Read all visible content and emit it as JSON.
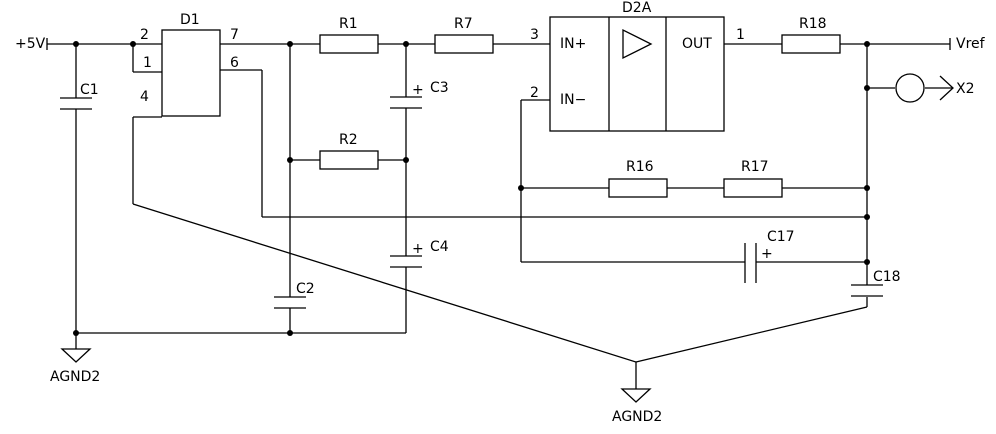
{
  "nets": {
    "supply": "+5V",
    "output": "Vref",
    "probe": "X2",
    "ground_left": "AGND2",
    "ground_center": "AGND2"
  },
  "d1": {
    "name": "D1",
    "pins": {
      "p2": "2",
      "p1": "1",
      "p4": "4",
      "p7": "7",
      "p6": "6"
    }
  },
  "d2a": {
    "name": "D2A",
    "in_plus": "IN+",
    "in_minus": "IN−",
    "out": "OUT",
    "pin_in_plus": "3",
    "pin_in_minus": "2",
    "pin_out": "1"
  },
  "resistors": {
    "r1": "R1",
    "r2": "R2",
    "r7": "R7",
    "r16": "R16",
    "r17": "R17",
    "r18": "R18"
  },
  "capacitors": {
    "c1": "C1",
    "c2": "C2",
    "c3": "C3",
    "c4": "C4",
    "c17": "C17",
    "c18": "C18",
    "plus": "+"
  }
}
